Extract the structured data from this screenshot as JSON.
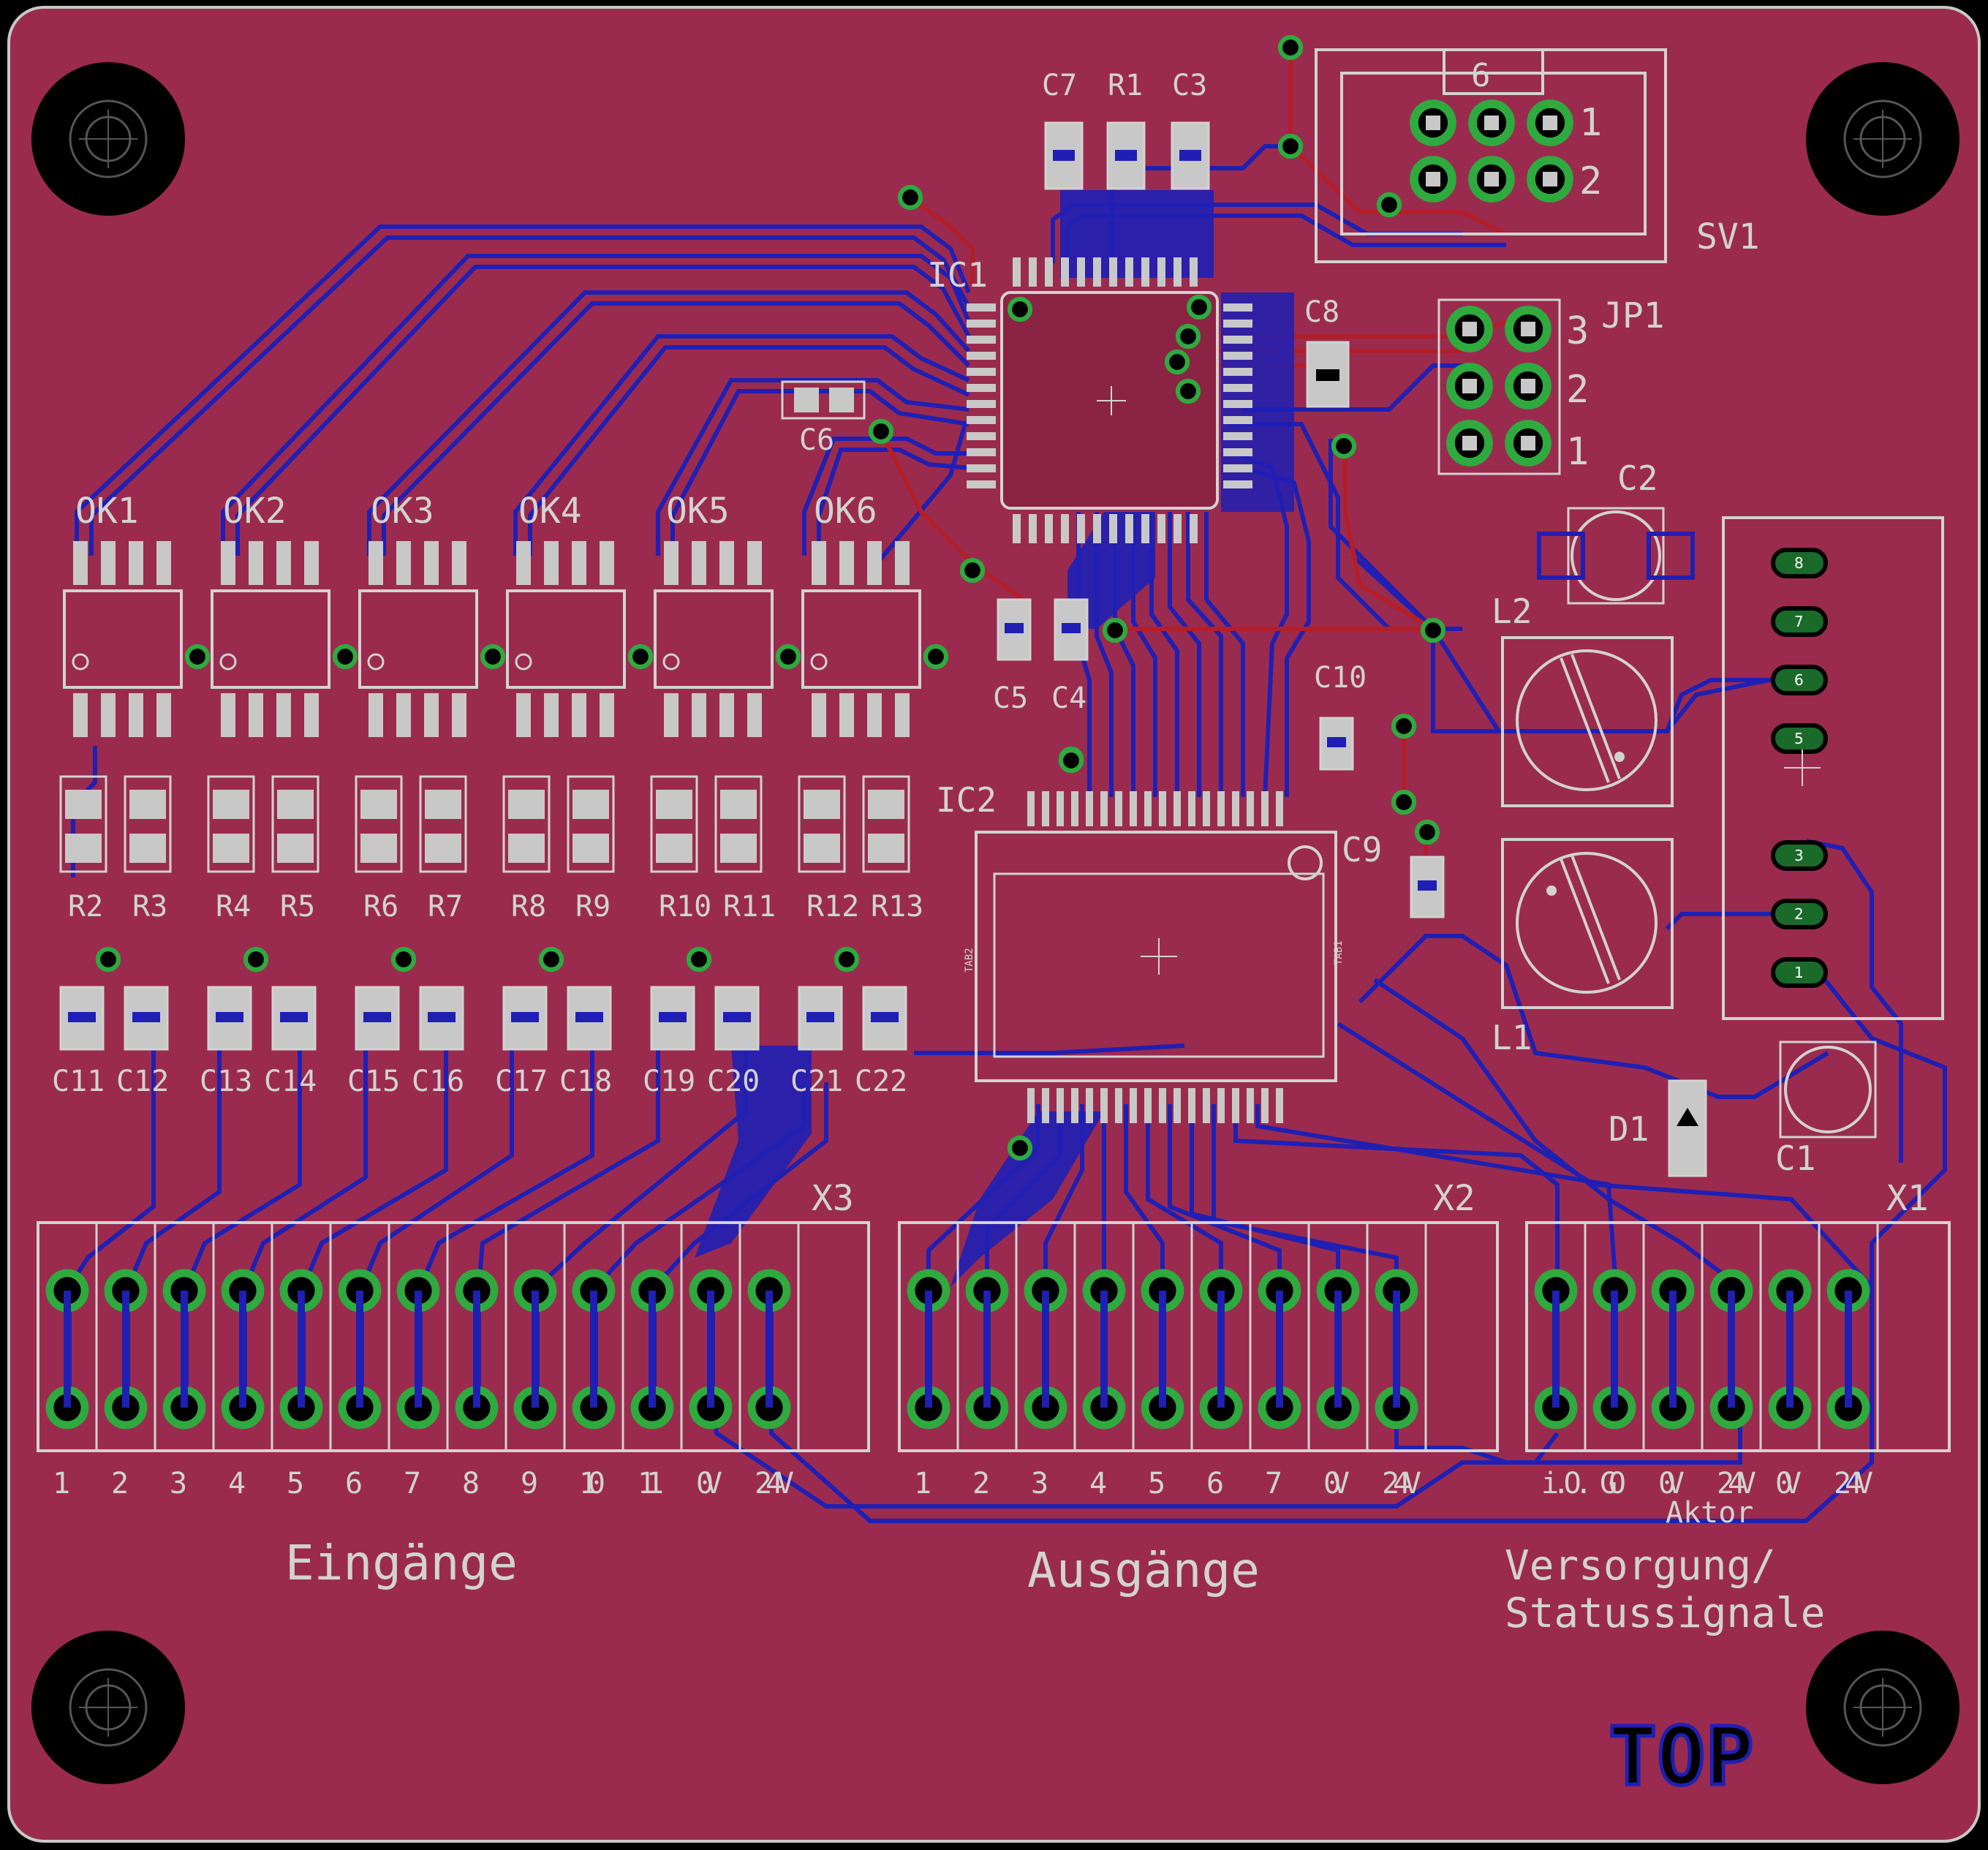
{
  "colors": {
    "board": "#9a2b4e",
    "copper_bottom": "#1f1fb4",
    "copper_top": "#b41e28",
    "silk": "#d2d2d2",
    "via_ring": "#2eaa3e",
    "pad": "#c8c8c8",
    "background": "#000000"
  },
  "top_label": "TOP",
  "ics": {
    "ic1": "IC1",
    "ic2": "IC2",
    "ic2_tab_left": "TAB2",
    "ic2_tab_right": "TAB1"
  },
  "connectors": {
    "sv1": {
      "name": "SV1",
      "pin_top": "6",
      "row_label_1": "1",
      "row_label_2": "2"
    },
    "jp1": {
      "name": "JP1",
      "rows": [
        "3",
        "2",
        "1"
      ]
    },
    "x1": {
      "name": "X1",
      "pins": [
        "i.O.",
        "GO",
        "0V",
        "24V",
        "0V",
        "24V"
      ],
      "sublabel": "Aktor",
      "group_title": [
        "Versorgung/",
        "Statussignale"
      ]
    },
    "x2": {
      "name": "X2",
      "pins": [
        "1",
        "2",
        "3",
        "4",
        "5",
        "6",
        "7",
        "0V",
        "24V"
      ],
      "group_title": "Ausgänge"
    },
    "x3": {
      "name": "X3",
      "pins": [
        "1",
        "2",
        "3",
        "4",
        "5",
        "6",
        "7",
        "8",
        "9",
        "10",
        "11",
        "0V",
        "24V"
      ],
      "group_title": "Eingänge"
    },
    "sensor_pins": [
      "8",
      "7",
      "6",
      "5",
      "3",
      "2",
      "1"
    ]
  },
  "optocouplers": [
    "OK1",
    "OK2",
    "OK3",
    "OK4",
    "OK5",
    "OK6"
  ],
  "resistors": [
    "R2",
    "R3",
    "R4",
    "R5",
    "R6",
    "R7",
    "R8",
    "R9",
    "R10",
    "R11",
    "R12",
    "R13"
  ],
  "resistor_label_row": "R2 R3 R4 R5 R6 R7 R8 R9 R10R11 R12R13",
  "input_caps": [
    "C11",
    "C12",
    "C13",
    "C14",
    "C15",
    "C16",
    "C17",
    "C18",
    "C19",
    "C20",
    "C21",
    "C22"
  ],
  "top_parts": [
    "C7",
    "R1",
    "C3"
  ],
  "misc_labels": {
    "c6": "C6",
    "c5": "C5",
    "c4": "C4",
    "c8": "C8",
    "c10": "C10",
    "c9": "C9",
    "c2": "C2",
    "c1": "C1",
    "l1": "L1",
    "l2": "L2",
    "d1": "D1"
  }
}
